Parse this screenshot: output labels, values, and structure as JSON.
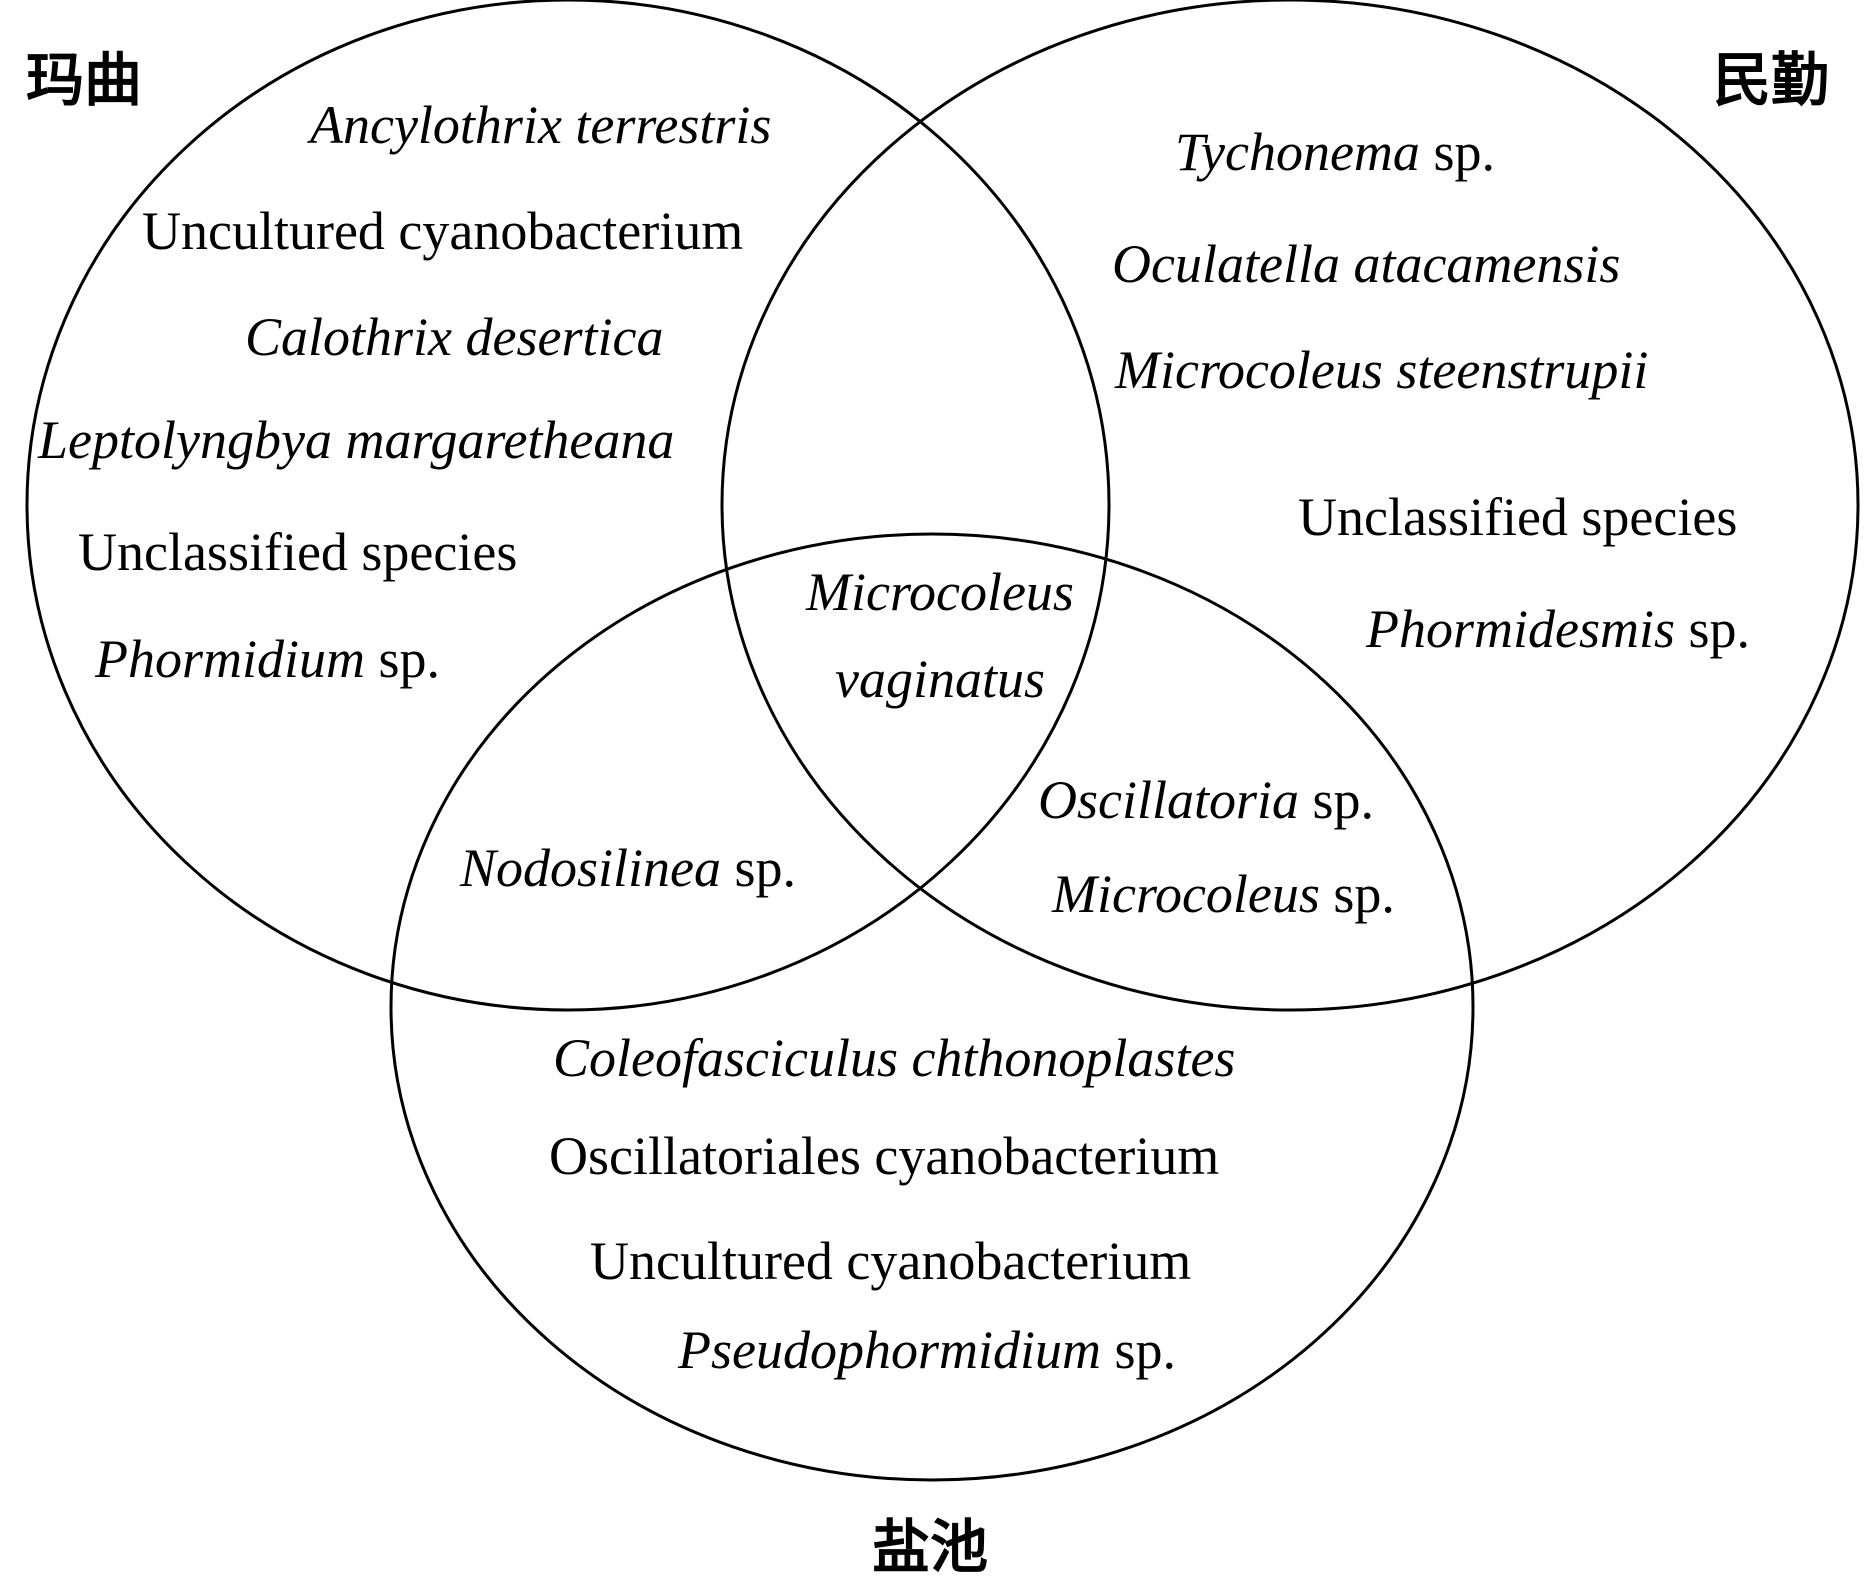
{
  "sets": {
    "maqu": {
      "label": "玛曲"
    },
    "minqin": {
      "label": "民勤"
    },
    "yanchi": {
      "label": "盐池"
    }
  },
  "regions": {
    "maqu_only": [
      {
        "genus": "Ancylothrix terrestris",
        "suffix": ""
      },
      {
        "genus": "",
        "suffix": "Uncultured cyanobacterium"
      },
      {
        "genus": "Calothrix desertica",
        "suffix": ""
      },
      {
        "genus": "Leptolyngbya margaretheana",
        "suffix": ""
      },
      {
        "genus": "",
        "suffix": "Unclassified species"
      },
      {
        "genus": "Phormidium",
        "suffix": " sp."
      }
    ],
    "minqin_only": [
      {
        "genus": "Tychonema",
        "suffix": " sp."
      },
      {
        "genus": "Oculatella atacamensis",
        "suffix": ""
      },
      {
        "genus": "Microcoleus steenstrupii",
        "suffix": ""
      },
      {
        "genus": "",
        "suffix": "Unclassified species"
      },
      {
        "genus": "Phormidesmis",
        "suffix": " sp."
      }
    ],
    "all_three": [
      {
        "genus": "Microcoleus",
        "suffix": ""
      },
      {
        "genus": "vaginatus",
        "suffix": ""
      }
    ],
    "maqu_yanchi": [
      {
        "genus": "Nodosilinea",
        "suffix": " sp."
      }
    ],
    "minqin_yanchi": [
      {
        "genus": "Oscillatoria",
        "suffix": " sp."
      },
      {
        "genus": "Microcoleus",
        "suffix": " sp."
      }
    ],
    "yanchi_only": [
      {
        "genus": "Coleofasciculus chthonoplastes",
        "suffix": ""
      },
      {
        "genus": "",
        "suffix": "Oscillatoriales cyanobacterium"
      },
      {
        "genus": "",
        "suffix": "Uncultured cyanobacterium"
      },
      {
        "genus": "Pseudophormidium",
        "suffix": " sp."
      }
    ]
  }
}
